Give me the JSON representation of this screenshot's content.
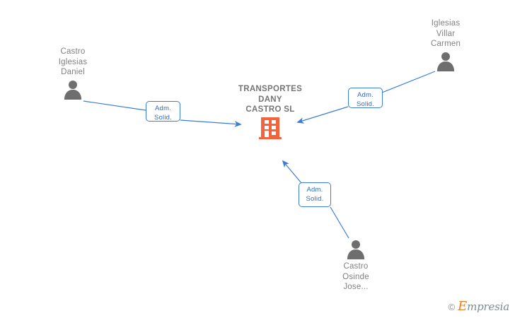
{
  "diagram": {
    "title": "Company relationship graph",
    "colors": {
      "person_icon": "#6e6e6e",
      "person_text": "#808080",
      "company_icon": "#f4643c",
      "company_text": "#757575",
      "edge": "#3b7dd8",
      "label_border": "#3b7dd8",
      "label_text": "#2d6bc4",
      "background": "#ffffff"
    },
    "company": {
      "name": "TRANSPORTES\nDANY\nCASTRO SL",
      "icon": "building-icon"
    },
    "persons": [
      {
        "id": "castro-iglesias-daniel",
        "name": "Castro\nIglesias\nDaniel",
        "icon": "person-icon"
      },
      {
        "id": "iglesias-villar-carmen",
        "name": "Iglesias\nVillar\nCarmen",
        "icon": "person-icon"
      },
      {
        "id": "castro-osinde-jose",
        "name": "Castro\nOsinde\nJose...",
        "icon": "person-icon"
      }
    ],
    "edges": [
      {
        "id": "edge-1",
        "from": "castro-iglesias-daniel",
        "to": "company",
        "label": "Adm.\nSolid."
      },
      {
        "id": "edge-2",
        "from": "iglesias-villar-carmen",
        "to": "company",
        "label": "Adm.\nSolid."
      },
      {
        "id": "edge-3",
        "from": "castro-osinde-jose",
        "to": "company",
        "label": "Adm.\nSolid."
      }
    ]
  },
  "watermark": {
    "copyright": "©",
    "brand_initial": "E",
    "brand_rest": "mpresia"
  }
}
